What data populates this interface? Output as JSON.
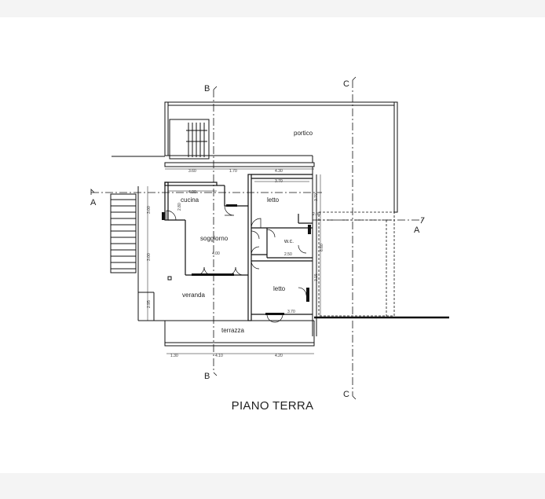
{
  "drawing": {
    "title": "PIANO TERRA",
    "rooms": {
      "portico": "portico",
      "cucina": "cucina",
      "letto_top": "letto",
      "soggiorno": "soggiorno",
      "wc": "w.c.",
      "letto_bottom": "letto",
      "veranda": "veranda",
      "terrazza": "terrazza"
    },
    "section_marks": {
      "a_left": "A",
      "a_right": "A",
      "b_top": "B",
      "b_bottom": "B",
      "c_top": "C",
      "c_bottom": "C"
    },
    "dimensions": {
      "top_1": "3.60",
      "top_2": "1.70",
      "top_3": "4.30",
      "inner_1": "3.70",
      "inner_2": "4.00",
      "inner_3": "2.00",
      "inner_4": "4.00",
      "inner_5": "2.50",
      "inner_6": "3.70",
      "vert_1": "3.00",
      "vert_2": "3.00",
      "vert_3": "2.95",
      "vert_4": "2.80",
      "vert_5": "3.70",
      "vert_6": "3.15",
      "vert_7": "6.60",
      "bottom_1": "1.30",
      "bottom_2": "4.10",
      "bottom_3": "4.20"
    }
  }
}
